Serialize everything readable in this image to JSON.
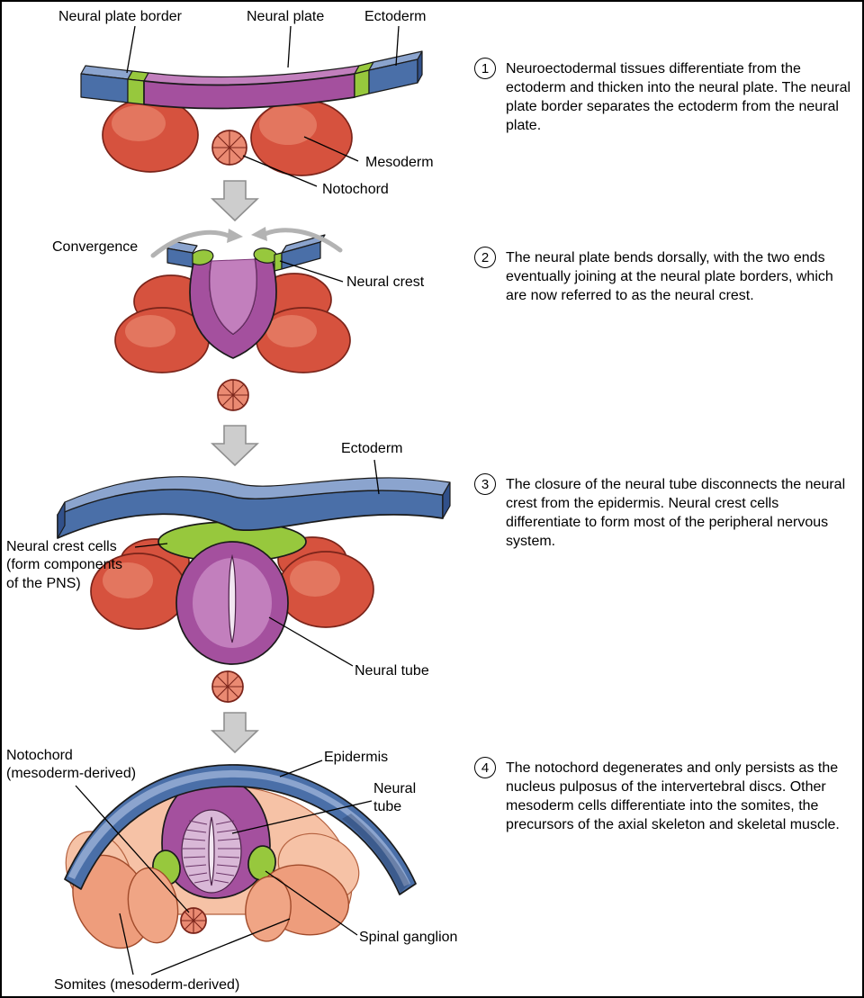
{
  "title": "Neurulation stages diagram",
  "colors": {
    "outline": "#1a1a1a",
    "ectoderm_blue": "#4a6fa8",
    "ectoderm_blue_light": "#8ba4ce",
    "ectoderm_blue_dark": "#31508a",
    "neural_purple": "#a4509e",
    "neural_purple_light": "#c27fbd",
    "neural_tube_pale": "#d9b8d7",
    "lumen_pale": "#f2e6f1",
    "crest_green": "#97c83d",
    "mesoderm_red": "#d6523e",
    "mesoderm_red_light": "#ea8a72",
    "mesoderm_red_dark": "#7a241a",
    "somite_salmon": "#ee9d7c",
    "somite_salmon_light": "#f6c2a6",
    "somite_salmon_mid": "#f0a585",
    "arrow_gray": "#cdcdcd",
    "arrow_gray_edge": "#8f8f8f",
    "swoosh_gray": "#b3b3b3"
  },
  "steps": [
    {
      "number": "1",
      "text": "Neuroectodermal tissues differentiate from the ectoderm and thicken into the neural plate. The neural plate border separates the ectoderm from the neural plate."
    },
    {
      "number": "2",
      "text": "The neural plate bends dorsally, with the two ends eventually joining at the neural plate borders, which are now referred to as the neural crest."
    },
    {
      "number": "3",
      "text": "The closure of the neural tube disconnects the neural crest from the epidermis. Neural crest cells differentiate to form most of the peripheral nervous system."
    },
    {
      "number": "4",
      "text": "The notochord degenerates and only persists as the nucleus pulposus of the intervertebral discs. Other mesoderm cells differentiate into the somites, the precursors of the axial skeleton and skeletal muscle."
    }
  ],
  "labels": {
    "stage1": {
      "neural_plate_border": "Neural plate border",
      "neural_plate": "Neural plate",
      "ectoderm": "Ectoderm",
      "mesoderm": "Mesoderm",
      "notochord": "Notochord"
    },
    "stage2": {
      "convergence": "Convergence",
      "neural_crest": "Neural crest"
    },
    "stage3": {
      "ectoderm": "Ectoderm",
      "neural_crest_cells": "Neural crest cells\n(form components\nof the PNS)",
      "neural_tube": "Neural tube"
    },
    "stage4": {
      "notochord": "Notochord\n(mesoderm-derived)",
      "epidermis": "Epidermis",
      "neural_tube": "Neural\ntube",
      "spinal_ganglion": "Spinal ganglion",
      "somites": "Somites (mesoderm-derived)"
    }
  }
}
